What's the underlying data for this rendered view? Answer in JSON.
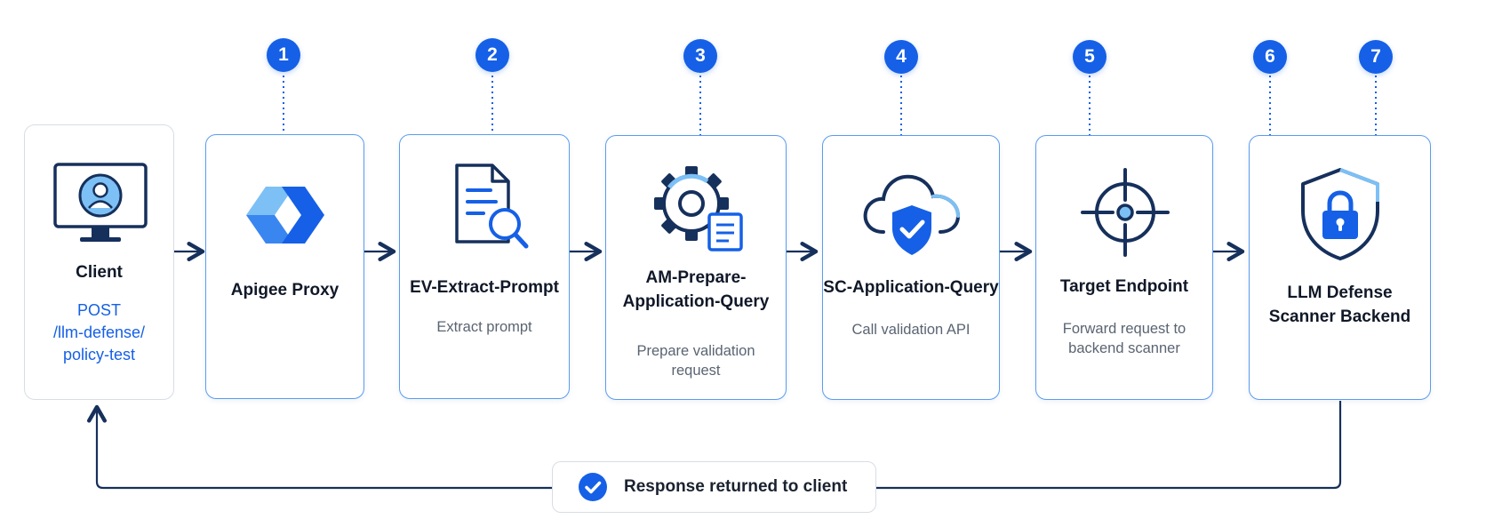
{
  "steps": [
    {
      "badge": "1",
      "title": "Apigee Proxy",
      "subtitle": "",
      "icon": "apigee-logo-icon"
    },
    {
      "badge": "2",
      "title": "EV-Extract-Prompt",
      "subtitle": "Extract prompt",
      "icon": "document-search-icon"
    },
    {
      "badge": "3",
      "title": "AM-Prepare-\nApplication-Query",
      "subtitle": "Prepare validation request",
      "icon": "gear-document-icon"
    },
    {
      "badge": "4",
      "title": "SC-Application-Query",
      "subtitle": "Call validation API",
      "icon": "cloud-shield-icon"
    },
    {
      "badge": "5",
      "title": "Target Endpoint",
      "subtitle": "Forward request to backend scanner",
      "icon": "target-icon"
    },
    {
      "badge": "6",
      "title": "",
      "subtitle": "",
      "icon": ""
    },
    {
      "badge": "7",
      "title": "LLM Defense\nScanner Backend",
      "subtitle": "",
      "icon": "shield-lock-icon"
    }
  ],
  "client": {
    "title": "Client",
    "endpoint": "POST\n/llm-defense/\npolicy-test",
    "icon": "monitor-user-icon"
  },
  "response": {
    "label": "Response returned to client",
    "icon": "check-circle-icon"
  },
  "colors": {
    "accent": "#1560e6",
    "navy": "#16305c",
    "card_border": "#5b9cf0",
    "light_blue": "#7cc0f5"
  }
}
